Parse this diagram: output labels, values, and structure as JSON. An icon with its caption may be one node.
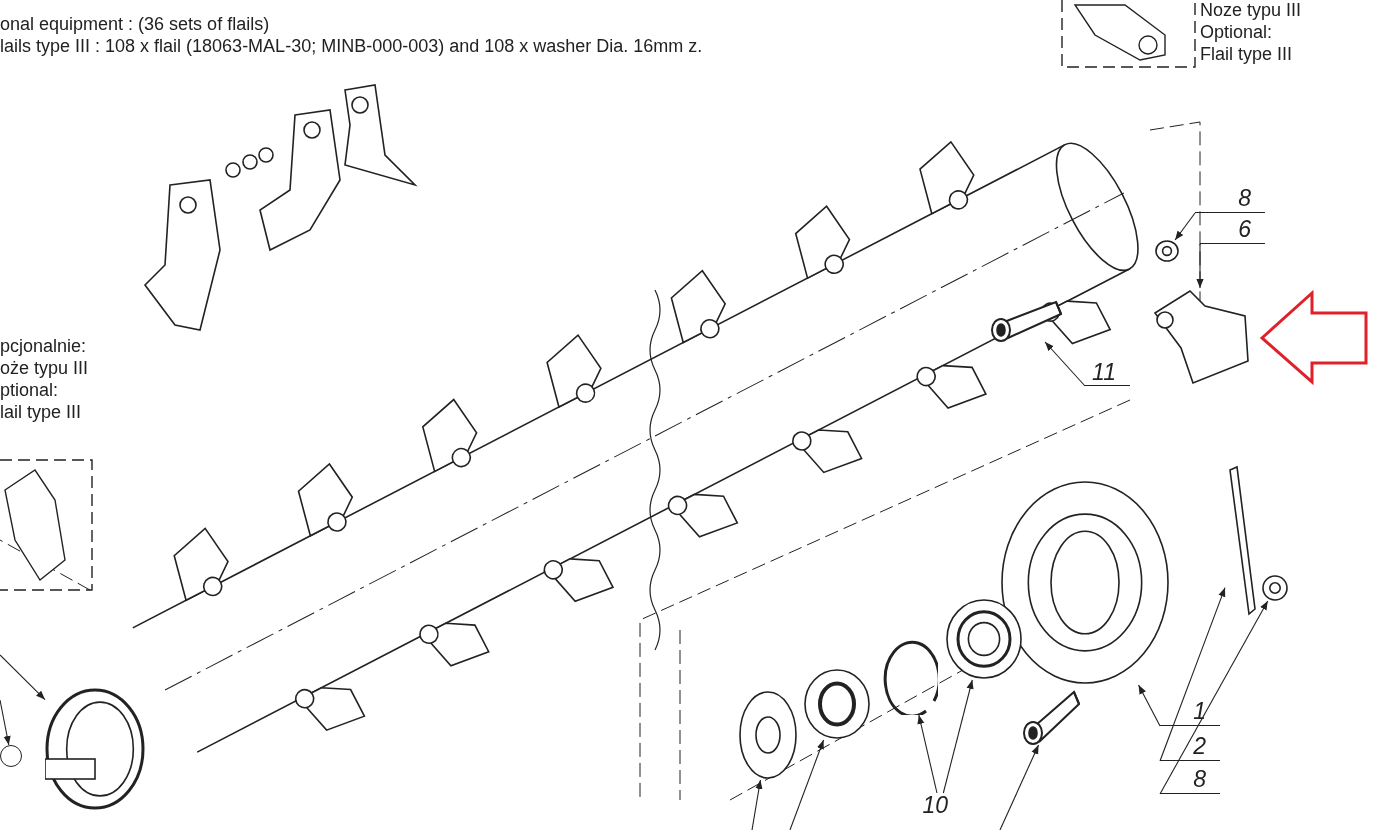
{
  "diagram": {
    "nodes": [
      {
        "text": [
          "8"
        ]
      },
      {
        "text": [
          "6"
        ]
      },
      {
        "text": [
          "11"
        ]
      },
      {
        "text": [
          "1"
        ]
      },
      {
        "text": [
          "2"
        ]
      },
      {
        "text": [
          "8"
        ]
      },
      {
        "text": [
          "10"
        ]
      },
      {
        "text": [],
        "shape": "picture"
      },
      {
        "text": [],
        "shape": "picture"
      },
      {
        "text": [],
        "shape": "picture"
      },
      {
        "text": [],
        "shape": "picture"
      },
      {
        "text": [],
        "shape": "picture"
      },
      {
        "text": [],
        "shape": "picture"
      },
      {
        "text": [],
        "shape": "picture"
      },
      {
        "text": [],
        "shape": "picture"
      },
      {
        "text": [],
        "shape": "picture"
      },
      {
        "text": [],
        "shape": "picture"
      },
      {
        "text": [],
        "shape": "picture"
      },
      {
        "text": [],
        "shape": "picture"
      },
      {
        "text": [],
        "shape": "circle"
      }
    ],
    "edges": [
      {
        "from": 0,
        "to": 7,
        "arrow": "to"
      },
      {
        "from": 1,
        "to": 8,
        "arrow": "to"
      },
      {
        "from": 2,
        "to": 9,
        "arrow": "to"
      },
      {
        "from": 3,
        "to": 10,
        "arrow": "to"
      },
      {
        "from": 4,
        "to": 11,
        "arrow": "to"
      },
      {
        "from": 5,
        "to": 12,
        "arrow": "to"
      },
      {
        "from": 6,
        "to": 13,
        "arrow": "to"
      },
      {
        "from": 6,
        "to": 14,
        "arrow": "to"
      },
      {
        "from": null,
        "to": 15,
        "arrow": "to"
      },
      {
        "from": null,
        "to": 16,
        "arrow": "to"
      },
      {
        "from": null,
        "to": 17,
        "arrow": "to"
      },
      {
        "from": null,
        "to": 18,
        "arrow": "to"
      },
      {
        "from": null,
        "to": 19,
        "arrow": "to"
      }
    ],
    "labels": [
      "onal equipment : (36 sets of flails)",
      "lails type III : 108 x flail (18063-MAL-30; MINB-000-003) and 108 x washer Dia. 16mm z.",
      "Noze typu III",
      "Optional:",
      "Flail type III",
      "pcjonalnie:",
      "oże typu III",
      "ptional:",
      "lail type III"
    ]
  }
}
